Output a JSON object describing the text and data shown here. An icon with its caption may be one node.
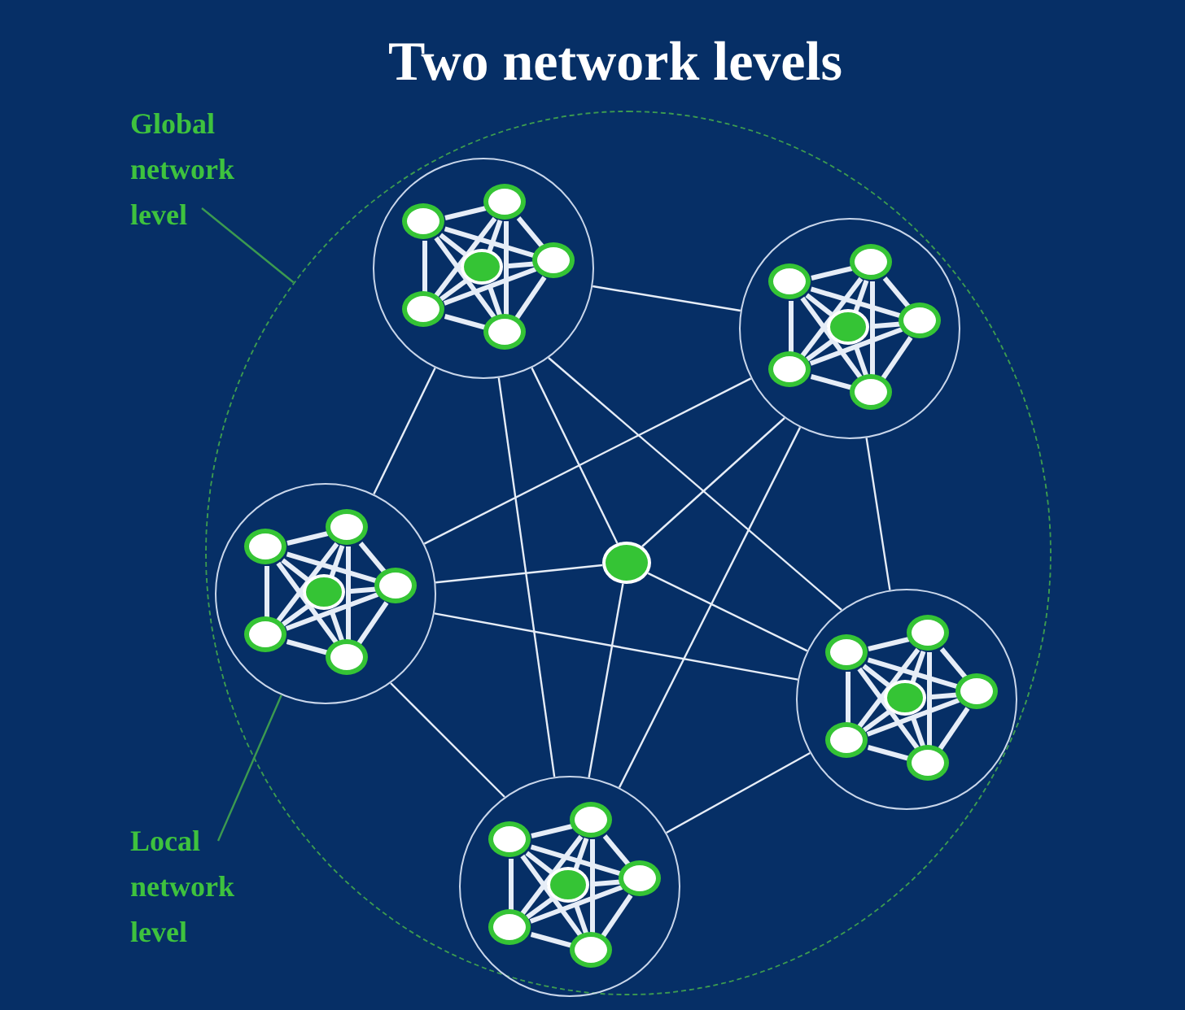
{
  "diagram": {
    "title": "Two network levels",
    "nodes": [
      {
        "text": [
          "Global network level"
        ]
      },
      {
        "text": [],
        "shape": "circle"
      },
      {
        "text": [],
        "shape": "circle",
        "in": 1
      },
      {
        "text": [],
        "shape": "circle",
        "in": 2
      },
      {
        "text": [],
        "shape": "circle",
        "in": 2
      },
      {
        "text": [],
        "shape": "circle",
        "in": 2
      },
      {
        "text": [],
        "shape": "circle",
        "in": 2
      },
      {
        "text": [],
        "shape": "circle",
        "in": 2
      },
      {
        "text": [],
        "shape": "circle",
        "in": 2
      },
      {
        "text": [],
        "shape": "circle",
        "in": 1
      },
      {
        "text": [],
        "shape": "circle",
        "in": 9
      },
      {
        "text": [],
        "shape": "circle",
        "in": 9
      },
      {
        "text": [],
        "shape": "circle",
        "in": 9
      },
      {
        "text": [],
        "shape": "circle",
        "in": 9
      },
      {
        "text": [],
        "shape": "circle",
        "in": 9
      },
      {
        "text": [],
        "shape": "circle",
        "in": 9
      },
      {
        "text": [],
        "shape": "circle",
        "in": 1
      },
      {
        "text": [],
        "shape": "circle",
        "in": 16
      },
      {
        "text": [],
        "shape": "circle",
        "in": 16
      },
      {
        "text": [],
        "shape": "circle",
        "in": 16
      },
      {
        "text": [],
        "shape": "circle",
        "in": 16
      },
      {
        "text": [],
        "shape": "circle",
        "in": 16
      },
      {
        "text": [],
        "shape": "circle",
        "in": 16
      },
      {
        "text": [],
        "shape": "circle",
        "in": 1
      },
      {
        "text": [],
        "shape": "circle",
        "in": 1
      },
      {
        "text": [],
        "shape": "circle",
        "in": 24
      },
      {
        "text": [],
        "shape": "circle",
        "in": 24
      },
      {
        "text": [],
        "shape": "circle",
        "in": 24
      },
      {
        "text": [],
        "shape": "circle",
        "in": 24
      },
      {
        "text": [],
        "shape": "circle",
        "in": 24
      },
      {
        "text": [],
        "shape": "circle",
        "in": 24
      },
      {
        "text": [],
        "shape": "circle",
        "in": 1
      },
      {
        "text": [],
        "shape": "circle",
        "in": 31
      },
      {
        "text": [],
        "shape": "circle",
        "in": 31
      },
      {
        "text": [],
        "shape": "circle",
        "in": 31
      },
      {
        "text": [],
        "shape": "circle",
        "in": 31
      },
      {
        "text": [],
        "shape": "circle",
        "in": 31
      },
      {
        "text": [],
        "shape": "circle",
        "in": 31
      },
      {
        "text": [
          "Local network level"
        ]
      }
    ],
    "edges": [
      {
        "from": 3,
        "to": 4,
        "arrow": "none"
      },
      {
        "from": 3,
        "to": 5,
        "arrow": "none"
      },
      {
        "from": 3,
        "to": 6,
        "arrow": "none"
      },
      {
        "from": 3,
        "to": 7,
        "arrow": "none"
      },
      {
        "from": 3,
        "to": 8,
        "arrow": "none"
      },
      {
        "from": 4,
        "to": 5,
        "arrow": "none"
      },
      {
        "from": 4,
        "to": 6,
        "arrow": "none"
      },
      {
        "from": 4,
        "to": 7,
        "arrow": "none"
      },
      {
        "from": 4,
        "to": 8,
        "arrow": "none"
      },
      {
        "from": 5,
        "to": 6,
        "arrow": "none"
      },
      {
        "from": 5,
        "to": 7,
        "arrow": "none"
      },
      {
        "from": 5,
        "to": 8,
        "arrow": "none"
      },
      {
        "from": 6,
        "to": 7,
        "arrow": "none"
      },
      {
        "from": 6,
        "to": 8,
        "arrow": "none"
      },
      {
        "from": 7,
        "to": 8,
        "arrow": "none"
      },
      {
        "from": 10,
        "to": 11,
        "arrow": "none"
      },
      {
        "from": 10,
        "to": 12,
        "arrow": "none"
      },
      {
        "from": 10,
        "to": 13,
        "arrow": "none"
      },
      {
        "from": 10,
        "to": 14,
        "arrow": "none"
      },
      {
        "from": 10,
        "to": 15,
        "arrow": "none"
      },
      {
        "from": 11,
        "to": 12,
        "arrow": "none"
      },
      {
        "from": 11,
        "to": 13,
        "arrow": "none"
      },
      {
        "from": 11,
        "to": 14,
        "arrow": "none"
      },
      {
        "from": 11,
        "to": 15,
        "arrow": "none"
      },
      {
        "from": 12,
        "to": 13,
        "arrow": "none"
      },
      {
        "from": 12,
        "to": 14,
        "arrow": "none"
      },
      {
        "from": 12,
        "to": 15,
        "arrow": "none"
      },
      {
        "from": 13,
        "to": 14,
        "arrow": "none"
      },
      {
        "from": 13,
        "to": 15,
        "arrow": "none"
      },
      {
        "from": 14,
        "to": 15,
        "arrow": "none"
      },
      {
        "from": 17,
        "to": 18,
        "arrow": "none"
      },
      {
        "from": 17,
        "to": 19,
        "arrow": "none"
      },
      {
        "from": 17,
        "to": 20,
        "arrow": "none"
      },
      {
        "from": 17,
        "to": 21,
        "arrow": "none"
      },
      {
        "from": 17,
        "to": 22,
        "arrow": "none"
      },
      {
        "from": 18,
        "to": 19,
        "arrow": "none"
      },
      {
        "from": 18,
        "to": 20,
        "arrow": "none"
      },
      {
        "from": 18,
        "to": 21,
        "arrow": "none"
      },
      {
        "from": 18,
        "to": 22,
        "arrow": "none"
      },
      {
        "from": 19,
        "to": 20,
        "arrow": "none"
      },
      {
        "from": 19,
        "to": 21,
        "arrow": "none"
      },
      {
        "from": 19,
        "to": 22,
        "arrow": "none"
      },
      {
        "from": 20,
        "to": 21,
        "arrow": "none"
      },
      {
        "from": 20,
        "to": 22,
        "arrow": "none"
      },
      {
        "from": 21,
        "to": 22,
        "arrow": "none"
      },
      {
        "from": 25,
        "to": 26,
        "arrow": "none"
      },
      {
        "from": 25,
        "to": 27,
        "arrow": "none"
      },
      {
        "from": 25,
        "to": 28,
        "arrow": "none"
      },
      {
        "from": 25,
        "to": 29,
        "arrow": "none"
      },
      {
        "from": 25,
        "to": 30,
        "arrow": "none"
      },
      {
        "from": 26,
        "to": 27,
        "arrow": "none"
      },
      {
        "from": 26,
        "to": 28,
        "arrow": "none"
      },
      {
        "from": 26,
        "to": 29,
        "arrow": "none"
      },
      {
        "from": 26,
        "to": 30,
        "arrow": "none"
      },
      {
        "from": 27,
        "to": 28,
        "arrow": "none"
      },
      {
        "from": 27,
        "to": 29,
        "arrow": "none"
      },
      {
        "from": 27,
        "to": 30,
        "arrow": "none"
      },
      {
        "from": 28,
        "to": 29,
        "arrow": "none"
      },
      {
        "from": 28,
        "to": 30,
        "arrow": "none"
      },
      {
        "from": 29,
        "to": 30,
        "arrow": "none"
      },
      {
        "from": 32,
        "to": 33,
        "arrow": "none"
      },
      {
        "from": 32,
        "to": 34,
        "arrow": "none"
      },
      {
        "from": 32,
        "to": 35,
        "arrow": "none"
      },
      {
        "from": 32,
        "to": 36,
        "arrow": "none"
      },
      {
        "from": 32,
        "to": 37,
        "arrow": "none"
      },
      {
        "from": 33,
        "to": 34,
        "arrow": "none"
      },
      {
        "from": 33,
        "to": 35,
        "arrow": "none"
      },
      {
        "from": 33,
        "to": 36,
        "arrow": "none"
      },
      {
        "from": 33,
        "to": 37,
        "arrow": "none"
      },
      {
        "from": 34,
        "to": 35,
        "arrow": "none"
      },
      {
        "from": 34,
        "to": 36,
        "arrow": "none"
      },
      {
        "from": 34,
        "to": 37,
        "arrow": "none"
      },
      {
        "from": 35,
        "to": 36,
        "arrow": "none"
      },
      {
        "from": 35,
        "to": 37,
        "arrow": "none"
      },
      {
        "from": 36,
        "to": 37,
        "arrow": "none"
      },
      {
        "from": 2,
        "to": 9,
        "arrow": "none"
      },
      {
        "from": 2,
        "to": 16,
        "arrow": "none"
      },
      {
        "from": 2,
        "to": 31,
        "arrow": "none"
      },
      {
        "from": 2,
        "to": 23,
        "arrow": "none"
      },
      {
        "from": 2,
        "to": 24,
        "arrow": "none"
      },
      {
        "from": 9,
        "to": 16,
        "arrow": "none"
      },
      {
        "from": 9,
        "to": 23,
        "arrow": "none"
      },
      {
        "from": 9,
        "to": 31,
        "arrow": "none"
      },
      {
        "from": 9,
        "to": 24,
        "arrow": "none"
      },
      {
        "from": 16,
        "to": 23,
        "arrow": "none"
      },
      {
        "from": 16,
        "to": 24,
        "arrow": "none"
      },
      {
        "from": 16,
        "to": 31,
        "arrow": "none"
      },
      {
        "from": 24,
        "to": 23,
        "arrow": "none"
      },
      {
        "from": 24,
        "to": 31,
        "arrow": "none"
      },
      {
        "from": 23,
        "to": 31,
        "arrow": "none"
      },
      {
        "from": 0,
        "to": 1,
        "arrow": "none",
        "color": "#3c9a50"
      },
      {
        "from": 38,
        "to": 16,
        "arrow": "none",
        "color": "#3c9a50"
      }
    ]
  }
}
